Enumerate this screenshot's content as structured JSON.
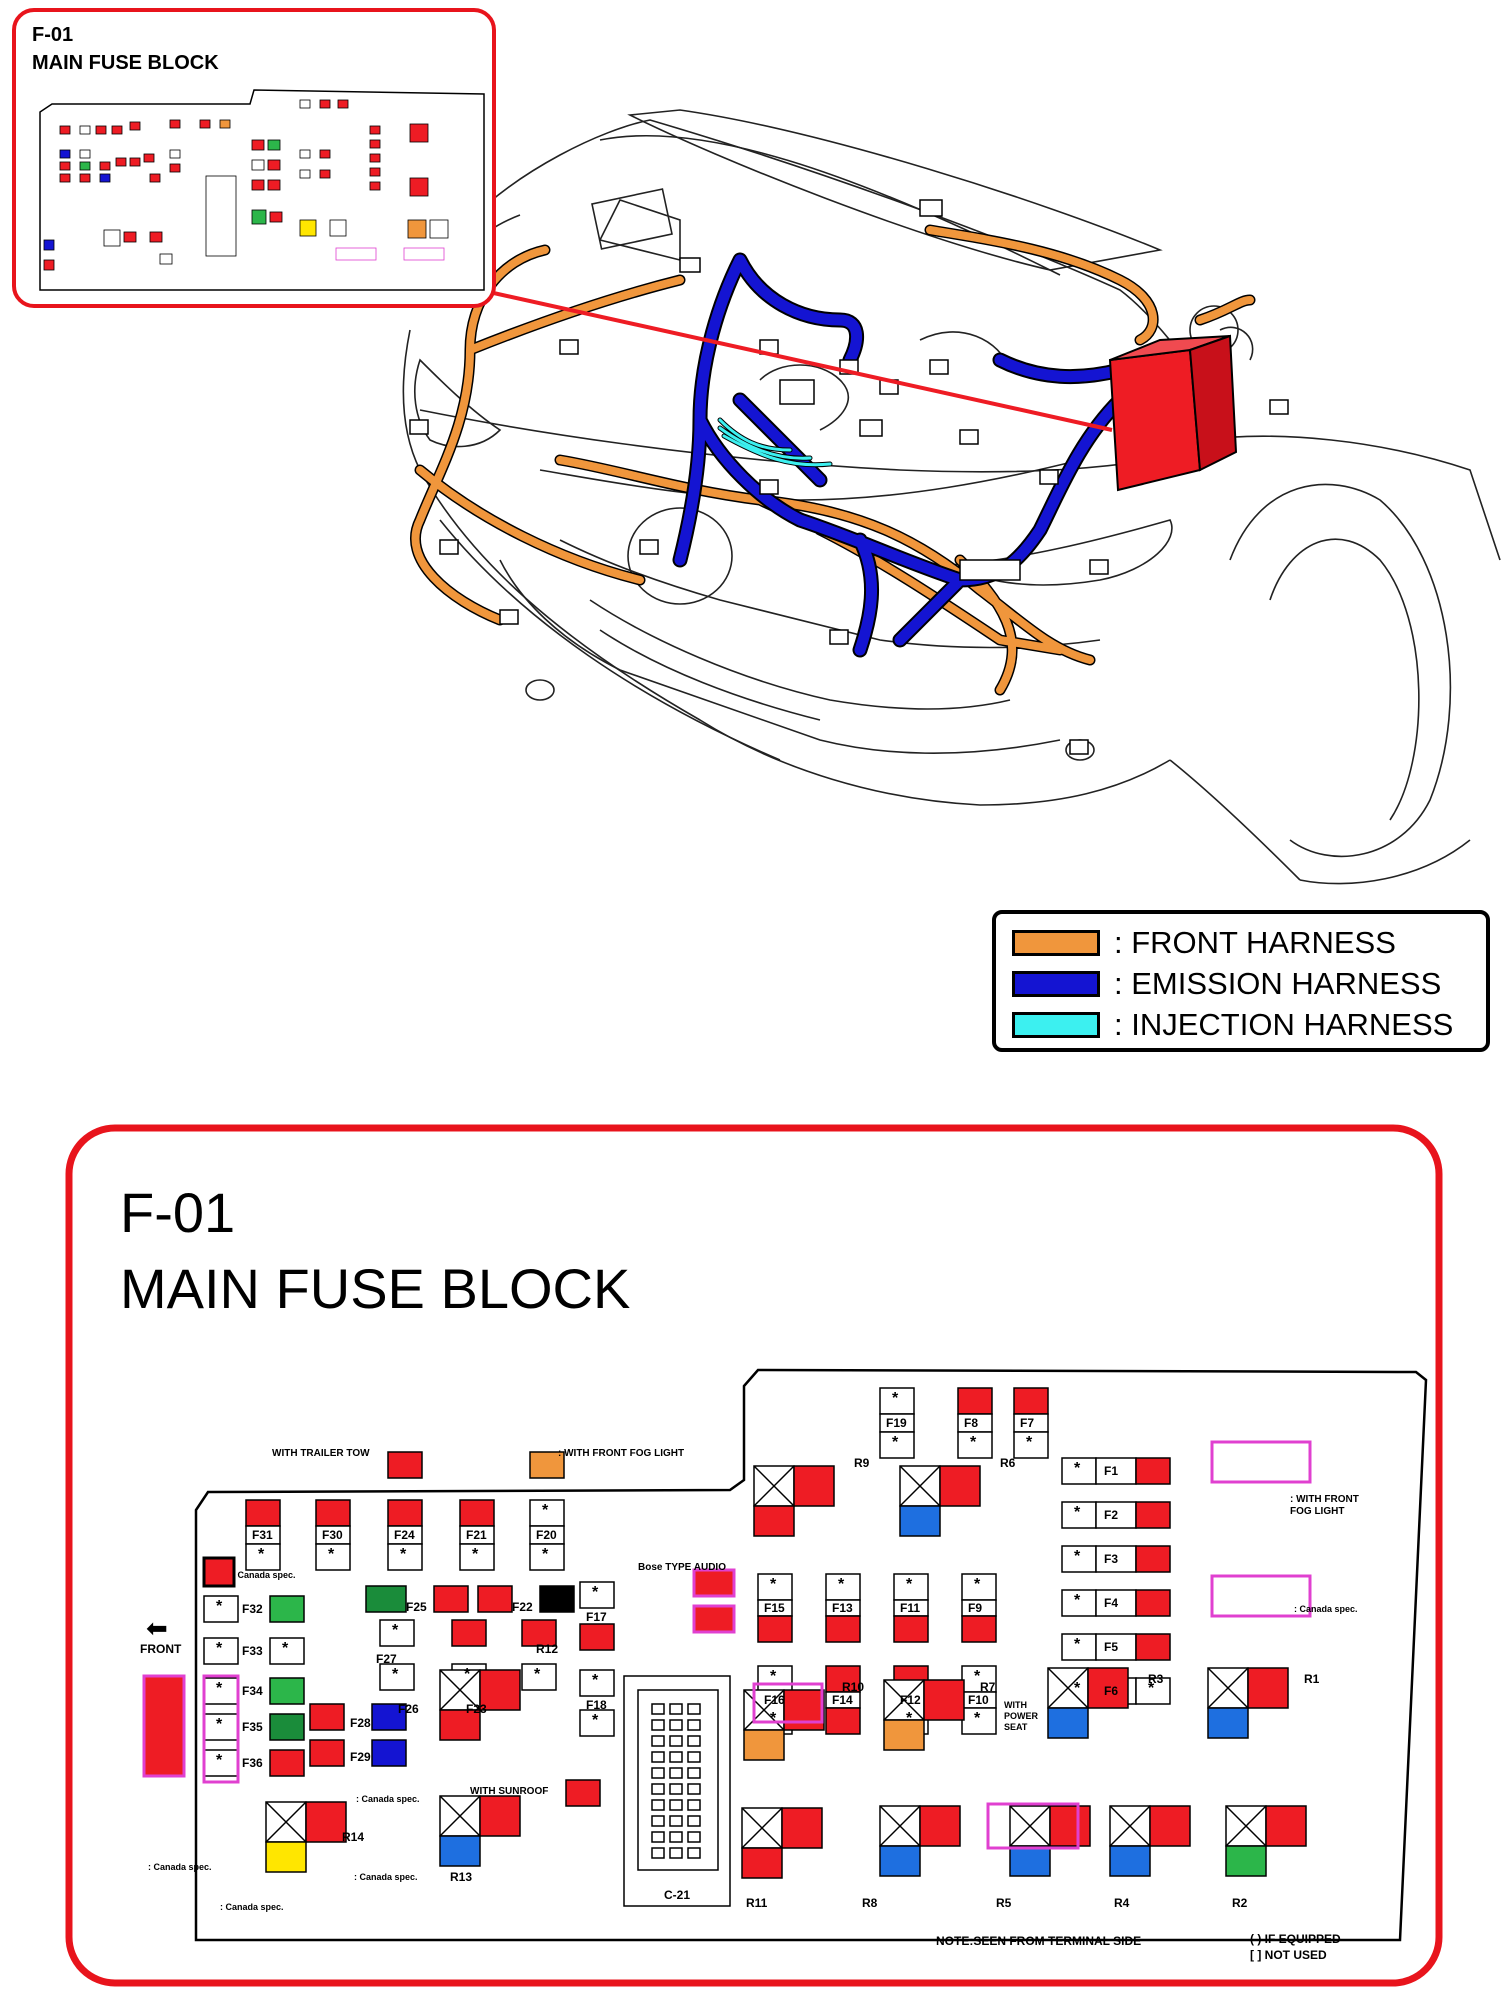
{
  "inset": {
    "code": "F-01",
    "title": "MAIN FUSE BLOCK"
  },
  "detail": {
    "code": "F-01",
    "title": "MAIN FUSE BLOCK"
  },
  "legend": [
    {
      "label": ": FRONT HARNESS",
      "color": "#f0963c"
    },
    {
      "label": ": EMISSION HARNESS",
      "color": "#1414d2"
    },
    {
      "label": ": INJECTION HARNESS",
      "color": "#3cf0f0"
    }
  ],
  "colors": {
    "red": "#ee1c24",
    "pink": "#e040d0",
    "orange_harness": "#f0963c",
    "blue_harness": "#1414d2",
    "cyan_harness": "#3cf0f0",
    "frame": "#e8141c"
  },
  "notes": {
    "trailer": "WITH TRAILER TOW",
    "fog": ": WITH FRONT FOG LIGHT",
    "fog2": ": WITH FRONT FOG LIGHT",
    "bose": "Bose TYPE AUDIO",
    "sunroof": "WITH SUNROOF",
    "power_seat": "WITH POWER SEAT",
    "canada": ": Canada spec.",
    "front": "FRONT",
    "seen": "NOTE:SEEN FROM TERMINAL SIDE",
    "if_equipped": "( ) IF EQUIPPED",
    "not_used": "[ ] NOT USED"
  },
  "fuses": [
    "F1",
    "F2",
    "F3",
    "F4",
    "F5",
    "F6",
    "F7",
    "F8",
    "F9",
    "F10",
    "F11",
    "F12",
    "F13",
    "F14",
    "F15",
    "F16",
    "F17",
    "F18",
    "F19",
    "F20",
    "F21",
    "F22",
    "F23",
    "F24",
    "F25",
    "F26",
    "F27",
    "F28",
    "F29",
    "F30",
    "F31",
    "F32",
    "F33",
    "F34",
    "F35",
    "F36"
  ],
  "relays": [
    "R1",
    "R2",
    "R3",
    "R4",
    "R5",
    "R6",
    "R7",
    "R8",
    "R9",
    "R10",
    "R11",
    "R12",
    "R13",
    "R14"
  ],
  "connector": "C-21"
}
